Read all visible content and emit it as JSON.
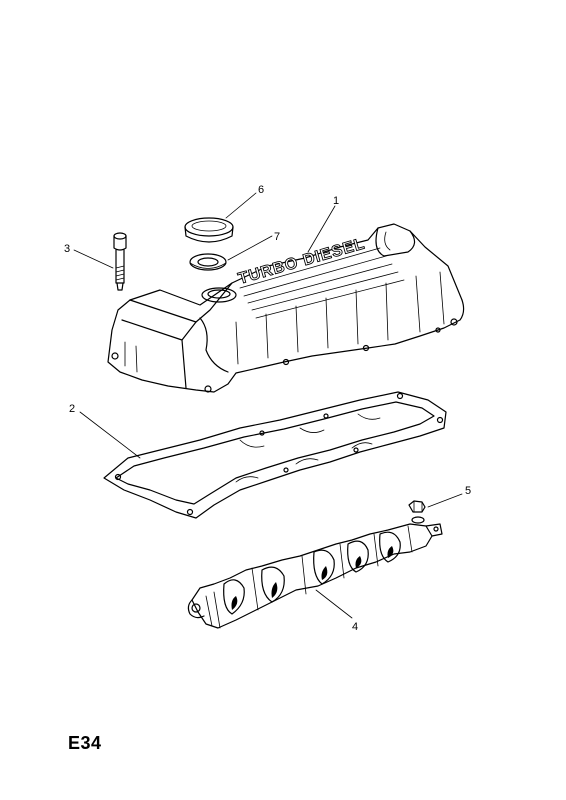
{
  "diagram": {
    "page_code": "E34",
    "cover_lettering": "TURBO DIESEL",
    "callouts": [
      {
        "id": "c1",
        "label": "1"
      },
      {
        "id": "c2",
        "label": "2"
      },
      {
        "id": "c3",
        "label": "3"
      },
      {
        "id": "c4",
        "label": "4"
      },
      {
        "id": "c5",
        "label": "5"
      },
      {
        "id": "c6",
        "label": "6"
      },
      {
        "id": "c7",
        "label": "7"
      }
    ]
  }
}
